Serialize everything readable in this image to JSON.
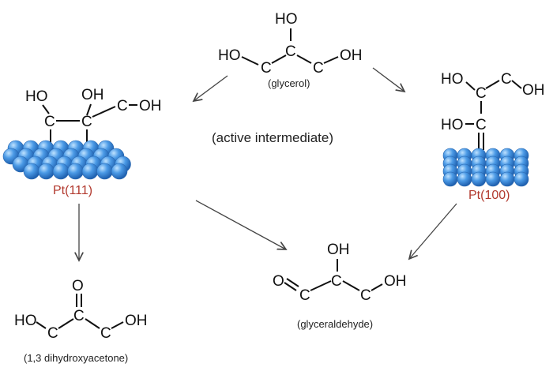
{
  "atoms": {
    "c": "C",
    "ho": "HO",
    "oh": "OH",
    "o": "O"
  },
  "labels": {
    "glycerol": "(glycerol)",
    "active_intermediate": "(active intermediate)",
    "pt111": "Pt(111)",
    "pt100": "Pt(100)",
    "dihydroxyacetone": "(1,3 dihydroxyacetone)",
    "glyceraldehyde": "(glyceraldehyde)"
  },
  "colors": {
    "sphere_fill": "#3f8fe0",
    "sphere_highlight": "#9fd0ff",
    "sphere_stroke": "#2a68b0",
    "pt_label": "#b23a2f"
  }
}
